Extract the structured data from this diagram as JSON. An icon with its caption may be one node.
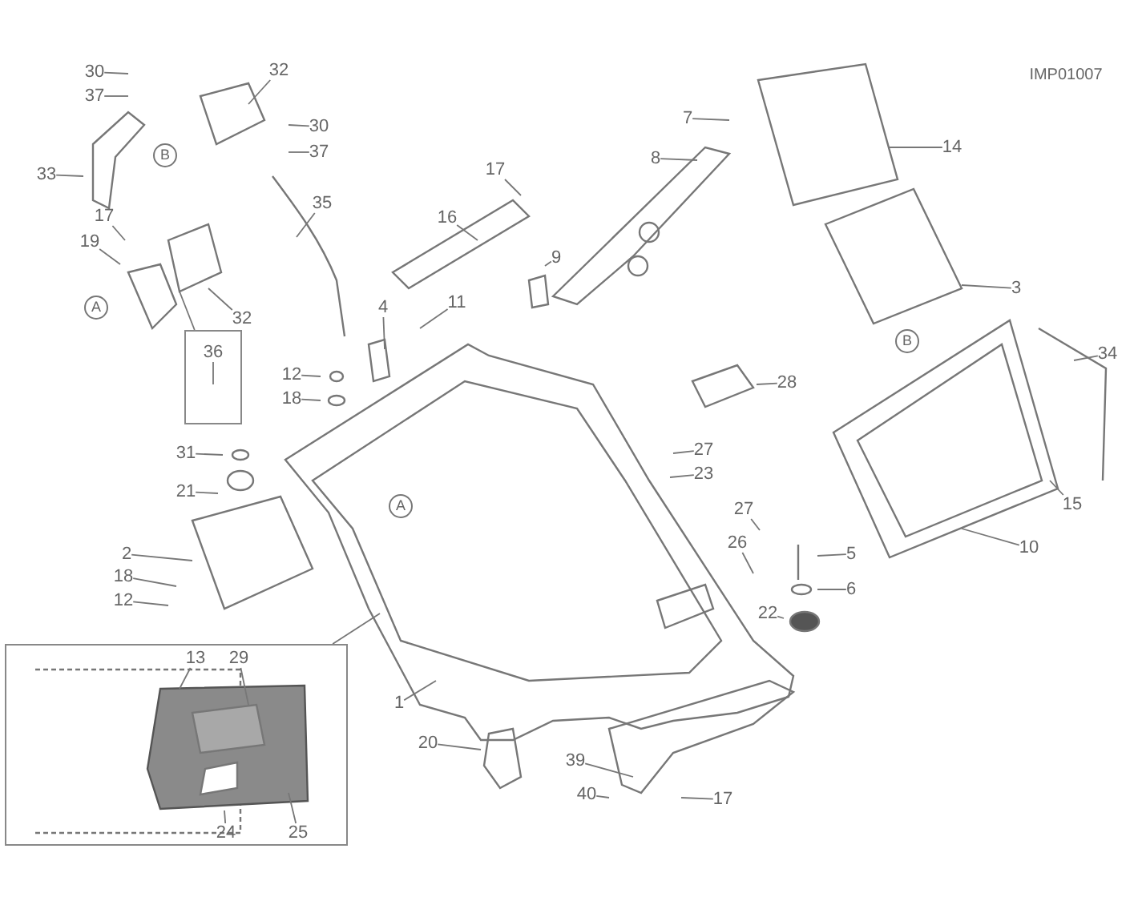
{
  "diagram": {
    "nodes": [
      {
        "text": [
          "30"
        ]
      },
      {
        "text": [
          "37"
        ]
      },
      {
        "text": [
          "32"
        ]
      },
      {
        "text": [
          "30"
        ]
      },
      {
        "text": [
          "37"
        ]
      },
      {
        "text": [
          "33"
        ]
      },
      {
        "text": [
          "35"
        ]
      },
      {
        "text": [
          "17"
        ]
      },
      {
        "text": [
          "19"
        ]
      },
      {
        "text": [
          "32"
        ]
      },
      {
        "text": [],
        "shape": "box"
      },
      {
        "text": [
          "36"
        ],
        "in": 10
      },
      {
        "text": [
          "4"
        ]
      },
      {
        "text": [
          "11"
        ]
      },
      {
        "text": [
          "12"
        ]
      },
      {
        "text": [
          "18"
        ]
      },
      {
        "text": [
          "17"
        ]
      },
      {
        "text": [
          "16"
        ]
      },
      {
        "text": [
          "9"
        ]
      },
      {
        "text": [
          "7"
        ]
      },
      {
        "text": [
          "8"
        ]
      },
      {
        "text": [
          "14"
        ]
      },
      {
        "text": [
          "3"
        ]
      },
      {
        "text": [
          "34"
        ]
      },
      {
        "text": [
          "28"
        ]
      },
      {
        "text": [
          "15"
        ]
      },
      {
        "text": [
          "10"
        ]
      },
      {
        "text": [
          "31"
        ]
      },
      {
        "text": [
          "21"
        ]
      },
      {
        "text": [
          "2"
        ]
      },
      {
        "text": [
          "18"
        ]
      },
      {
        "text": [
          "12"
        ]
      },
      {
        "text": [
          "27"
        ]
      },
      {
        "text": [
          "23"
        ]
      },
      {
        "text": [
          "27"
        ]
      },
      {
        "text": [
          "26"
        ]
      },
      {
        "text": [
          "5"
        ]
      },
      {
        "text": [
          "6"
        ]
      },
      {
        "text": [
          "22"
        ]
      },
      {
        "text": [
          "1"
        ]
      },
      {
        "text": [
          "20"
        ]
      },
      {
        "text": [
          "39"
        ]
      },
      {
        "text": [
          "40"
        ]
      },
      {
        "text": [
          "17"
        ]
      },
      {
        "text": [],
        "shape": "box"
      },
      {
        "text": [
          "13"
        ],
        "in": 44
      },
      {
        "text": [
          "29"
        ],
        "in": 44
      },
      {
        "text": [
          "24"
        ],
        "in": 44
      },
      {
        "text": [
          "25"
        ],
        "in": 44
      }
    ],
    "edges": [
      {
        "from": 0,
        "to": null,
        "arrow": "none"
      },
      {
        "from": 1,
        "to": null,
        "arrow": "none"
      },
      {
        "from": 2,
        "to": null,
        "arrow": "none"
      },
      {
        "from": 3,
        "to": null,
        "arrow": "none"
      },
      {
        "from": 4,
        "to": null,
        "arrow": "none"
      },
      {
        "from": 5,
        "to": null,
        "arrow": "none"
      },
      {
        "from": 6,
        "to": null,
        "arrow": "none"
      },
      {
        "from": 7,
        "to": null,
        "arrow": "none"
      },
      {
        "from": 8,
        "to": null,
        "arrow": "none"
      },
      {
        "from": 9,
        "to": null,
        "arrow": "none"
      },
      {
        "from": 10,
        "to": null,
        "arrow": "none"
      },
      {
        "from": 11,
        "to": null,
        "arrow": "none"
      },
      {
        "from": 12,
        "to": null,
        "arrow": "none"
      },
      {
        "from": 13,
        "to": null,
        "arrow": "none"
      },
      {
        "from": 14,
        "to": null,
        "arrow": "none"
      },
      {
        "from": 15,
        "to": null,
        "arrow": "none"
      },
      {
        "from": 16,
        "to": null,
        "arrow": "none"
      },
      {
        "from": 17,
        "to": null,
        "arrow": "none"
      },
      {
        "from": 18,
        "to": null,
        "arrow": "none"
      },
      {
        "from": 19,
        "to": null,
        "arrow": "none"
      },
      {
        "from": 20,
        "to": null,
        "arrow": "none"
      },
      {
        "from": 21,
        "to": null,
        "arrow": "none"
      },
      {
        "from": 22,
        "to": null,
        "arrow": "none"
      },
      {
        "from": 23,
        "to": null,
        "arrow": "none"
      },
      {
        "from": 24,
        "to": null,
        "arrow": "none"
      },
      {
        "from": 25,
        "to": null,
        "arrow": "none"
      },
      {
        "from": 26,
        "to": null,
        "arrow": "none"
      },
      {
        "from": 27,
        "to": null,
        "arrow": "none"
      },
      {
        "from": 28,
        "to": null,
        "arrow": "none"
      },
      {
        "from": 29,
        "to": null,
        "arrow": "none"
      },
      {
        "from": 30,
        "to": null,
        "arrow": "none"
      },
      {
        "from": 31,
        "to": null,
        "arrow": "none"
      },
      {
        "from": 32,
        "to": null,
        "arrow": "none"
      },
      {
        "from": 33,
        "to": null,
        "arrow": "none"
      },
      {
        "from": 34,
        "to": null,
        "arrow": "none"
      },
      {
        "from": 35,
        "to": null,
        "arrow": "none"
      },
      {
        "from": 36,
        "to": null,
        "arrow": "none"
      },
      {
        "from": 37,
        "to": null,
        "arrow": "none"
      },
      {
        "from": 38,
        "to": null,
        "arrow": "none"
      },
      {
        "from": 39,
        "to": null,
        "arrow": "none"
      },
      {
        "from": 40,
        "to": null,
        "arrow": "none"
      },
      {
        "from": 41,
        "to": null,
        "arrow": "none"
      },
      {
        "from": 42,
        "to": null,
        "arrow": "none"
      },
      {
        "from": 43,
        "to": null,
        "arrow": "none"
      },
      {
        "from": 44,
        "to": null,
        "arrow": "none"
      },
      {
        "from": 45,
        "to": null,
        "arrow": "none"
      },
      {
        "from": 46,
        "to": null,
        "arrow": "none"
      },
      {
        "from": 47,
        "to": null,
        "arrow": "none"
      },
      {
        "from": 48,
        "to": null,
        "arrow": "none"
      }
    ],
    "labels": [
      "IMP01007",
      "B",
      "A",
      "B",
      "A"
    ]
  }
}
